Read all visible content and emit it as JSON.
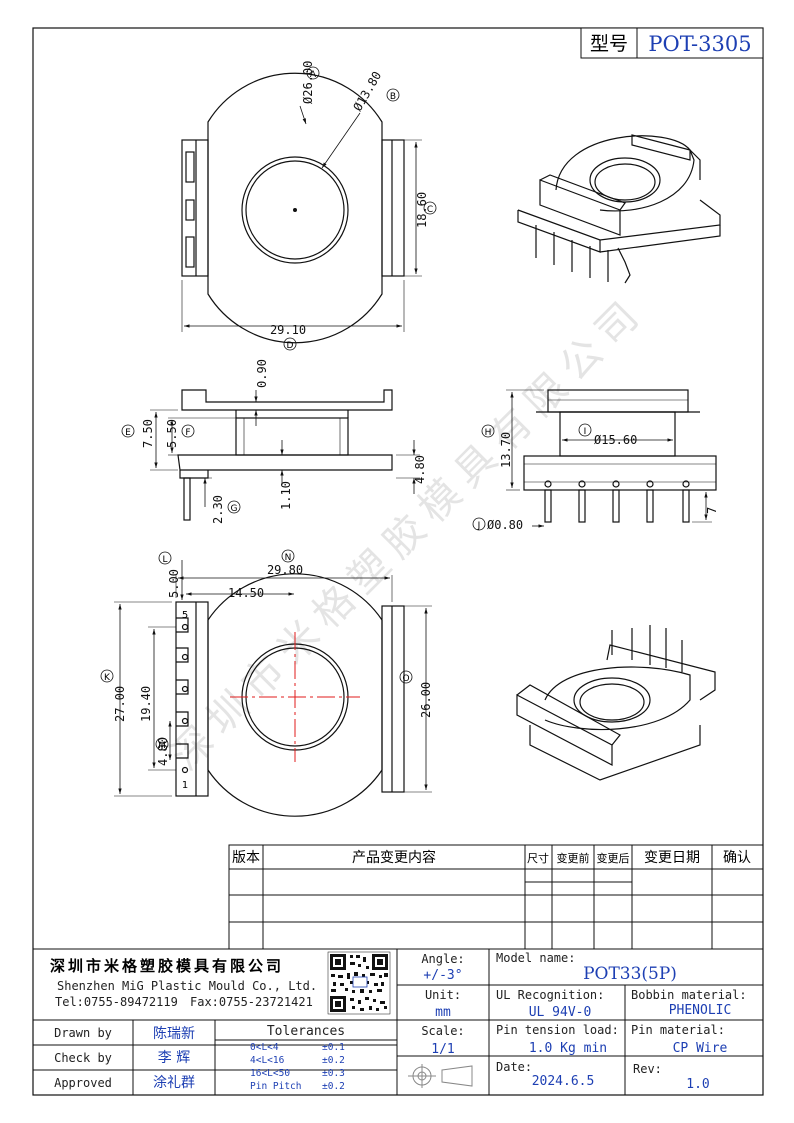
{
  "header": {
    "model_label": "型号",
    "model_value": "POT-3305"
  },
  "dimensions": {
    "A": "Ø26.00",
    "B": "Ø13.80",
    "C": "18.60",
    "D": "29.10",
    "thickness_top": "0.90",
    "E": "7.50",
    "F": "5.50",
    "flange": "1.10",
    "G": "2.30",
    "foot": "4.80",
    "H": "13.70",
    "I": "Ø15.60",
    "J": "Ø0.80",
    "pin_len": "7",
    "N": "29.80",
    "L": "5.00",
    "half_width": "14.50",
    "K": "27.00",
    "pitch_total": "19.40",
    "M": "4.80",
    "O": "26.00"
  },
  "callouts": {
    "A": "A",
    "B": "B",
    "C": "C",
    "D": "D",
    "E": "E",
    "F": "F",
    "G": "G",
    "H": "H",
    "I": "I",
    "J": "J",
    "K": "K",
    "L": "L",
    "M": "M",
    "N": "N",
    "O": "O"
  },
  "pin_numbers": {
    "first": "1",
    "last": "5"
  },
  "watermark": [
    "深",
    "圳",
    "市",
    "米",
    "格",
    "塑",
    "胶",
    "模",
    "具",
    "有",
    "限",
    "公",
    "司"
  ],
  "revision_table": {
    "headers": [
      "版本",
      "产品变更内容",
      "尺寸",
      "变更前",
      "变更后",
      "变更日期",
      "确认"
    ]
  },
  "company": {
    "name_cn": "深圳市米格塑胶模具有限公司",
    "name_en": "Shenzhen MiG Plastic Mould Co., Ltd.",
    "tel": "Tel:0755-89472119",
    "fax": "Fax:0755-23721421"
  },
  "title_block": {
    "angle_label": "Angle:",
    "angle_value": "+/-3°",
    "unit_label": "Unit:",
    "unit_value": "mm",
    "scale_label": "Scale:",
    "scale_value": "1/1",
    "model_label": "Model name:",
    "model_value": "POT33(5P)",
    "ul_label": "UL Recognition:",
    "ul_value": "UL 94V-0",
    "bobbin_label": "Bobbin material:",
    "bobbin_value": "PHENOLIC",
    "pin_tension_label": "Pin tension load:",
    "pin_tension_value": "1.0 Kg min",
    "pin_material_label": "Pin material:",
    "pin_material_value": "CP Wire",
    "date_label": "Date:",
    "date_value": "2024.6.5",
    "rev_label": "Rev:",
    "rev_value": "1.0",
    "drawn_label": "Drawn by",
    "drawn_value": "陈瑞新",
    "check_label": "Check by",
    "check_value": "李 辉",
    "approved_label": "Approved",
    "approved_value": "涂礼群",
    "tolerances_label": "Tolerances",
    "tolerances": [
      {
        "range": "0<L<4",
        "tol": "±0.1"
      },
      {
        "range": "4<L<16",
        "tol": "±0.2"
      },
      {
        "range": "16<L<50",
        "tol": "±0.3"
      },
      {
        "range": "Pin Pitch",
        "tol": "±0.2"
      }
    ]
  }
}
